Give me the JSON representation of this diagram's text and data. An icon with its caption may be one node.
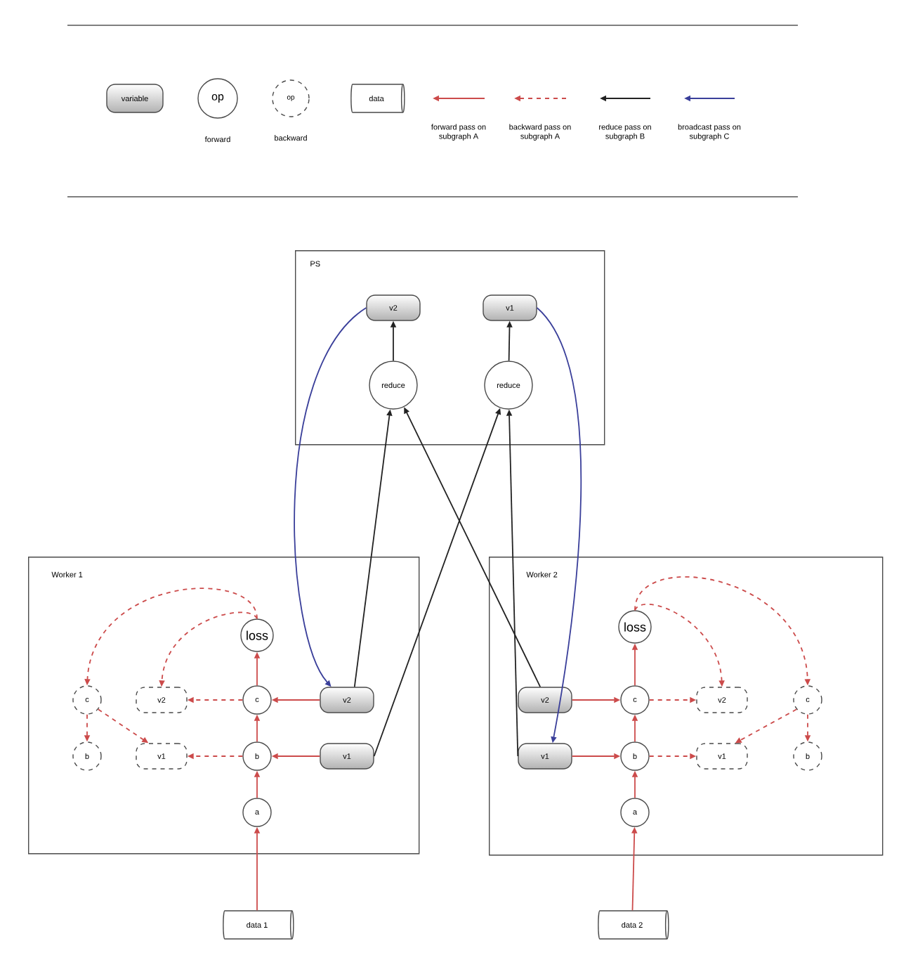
{
  "diagram": {
    "nodes": [
      {
        "text": [
          "variable"
        ]
      },
      {
        "text": [
          "op"
        ],
        "beside": [
          "forward"
        ]
      },
      {
        "text": [
          "op"
        ],
        "beside": [
          "backward"
        ]
      },
      {
        "text": [
          "data"
        ]
      },
      {
        "text": [
          "PS"
        ]
      },
      {
        "text": [
          "v2"
        ],
        "in": 4
      },
      {
        "text": [
          "v1"
        ],
        "in": 4
      },
      {
        "text": [
          "reduce"
        ],
        "in": 4
      },
      {
        "text": [
          "reduce"
        ],
        "in": 4
      },
      {
        "text": [
          "Worker 1"
        ]
      },
      {
        "text": [
          "loss"
        ],
        "in": 9
      },
      {
        "text": [
          "c"
        ],
        "in": 9
      },
      {
        "text": [
          "v2"
        ],
        "in": 9
      },
      {
        "text": [
          "c"
        ],
        "in": 9
      },
      {
        "text": [
          "v2"
        ],
        "in": 9
      },
      {
        "text": [
          "b"
        ],
        "in": 9
      },
      {
        "text": [
          "v1"
        ],
        "in": 9
      },
      {
        "text": [
          "b"
        ],
        "in": 9
      },
      {
        "text": [
          "v1"
        ],
        "in": 9
      },
      {
        "text": [
          "a"
        ],
        "in": 9
      },
      {
        "text": [
          "Worker 2"
        ]
      },
      {
        "text": [
          "loss"
        ],
        "in": 20
      },
      {
        "text": [
          "v2"
        ],
        "in": 20
      },
      {
        "text": [
          "c"
        ],
        "in": 20
      },
      {
        "text": [
          "v2"
        ],
        "in": 20
      },
      {
        "text": [
          "c"
        ],
        "in": 20
      },
      {
        "text": [
          "v1"
        ],
        "in": 20
      },
      {
        "text": [
          "b"
        ],
        "in": 20
      },
      {
        "text": [
          "v1"
        ],
        "in": 20
      },
      {
        "text": [
          "b"
        ],
        "in": 20
      },
      {
        "text": [
          "a"
        ],
        "in": 20
      },
      {
        "text": [
          "data 1"
        ]
      },
      {
        "text": [
          "data 2"
        ]
      }
    ],
    "edges": [
      {
        "from": 7,
        "to": 5,
        "arrow": "to",
        "color": "#222222"
      },
      {
        "from": 8,
        "to": 6,
        "arrow": "to",
        "color": "#222222"
      },
      {
        "from": 5,
        "to": 14,
        "arrow": "to",
        "color": "#3a3f9a"
      },
      {
        "from": 6,
        "to": 26,
        "arrow": "to",
        "color": "#3a3f9a"
      },
      {
        "from": 14,
        "to": 7,
        "arrow": "to",
        "color": "#222222"
      },
      {
        "from": 22,
        "to": 7,
        "arrow": "to",
        "color": "#222222"
      },
      {
        "from": 18,
        "to": 8,
        "arrow": "to",
        "color": "#222222"
      },
      {
        "from": 26,
        "to": 8,
        "arrow": "to",
        "color": "#222222"
      },
      {
        "from": 19,
        "to": 17,
        "arrow": "to"
      },
      {
        "from": 17,
        "to": 13,
        "arrow": "to"
      },
      {
        "from": 13,
        "to": 10,
        "arrow": "to"
      },
      {
        "from": 14,
        "to": 13,
        "arrow": "to"
      },
      {
        "from": 18,
        "to": 17,
        "arrow": "to"
      },
      {
        "from": 31,
        "to": 19,
        "arrow": "to"
      },
      {
        "from": 13,
        "to": 12,
        "arrow": "to",
        "style": "dashed"
      },
      {
        "from": 17,
        "to": 16,
        "arrow": "to",
        "style": "dashed"
      },
      {
        "from": 10,
        "to": 11,
        "arrow": "to",
        "style": "dashed"
      },
      {
        "from": 10,
        "to": 12,
        "arrow": "to",
        "style": "dashed"
      },
      {
        "from": 11,
        "to": 15,
        "arrow": "to",
        "style": "dashed"
      },
      {
        "from": 11,
        "to": 16,
        "arrow": "to",
        "style": "dashed"
      },
      {
        "from": 30,
        "to": 27,
        "arrow": "to"
      },
      {
        "from": 27,
        "to": 23,
        "arrow": "to"
      },
      {
        "from": 23,
        "to": 21,
        "arrow": "to"
      },
      {
        "from": 22,
        "to": 23,
        "arrow": "to"
      },
      {
        "from": 26,
        "to": 27,
        "arrow": "to"
      },
      {
        "from": 32,
        "to": 30,
        "arrow": "to"
      },
      {
        "from": 23,
        "to": 24,
        "arrow": "to",
        "style": "dashed"
      },
      {
        "from": 27,
        "to": 28,
        "arrow": "to",
        "style": "dashed"
      },
      {
        "from": 21,
        "to": 24,
        "arrow": "to",
        "style": "dashed"
      },
      {
        "from": 21,
        "to": 25,
        "arrow": "to",
        "style": "dashed"
      },
      {
        "from": 25,
        "to": 29,
        "arrow": "to",
        "style": "dashed"
      },
      {
        "from": 25,
        "to": 28,
        "arrow": "to",
        "style": "dashed"
      }
    ],
    "legend": [
      {
        "text": "forward pass on subgraph A"
      },
      {
        "text": "backward pass on subgraph A"
      },
      {
        "text": "reduce pass on subgraph B"
      },
      {
        "text": "broadcast pass on subgraph C"
      }
    ]
  }
}
